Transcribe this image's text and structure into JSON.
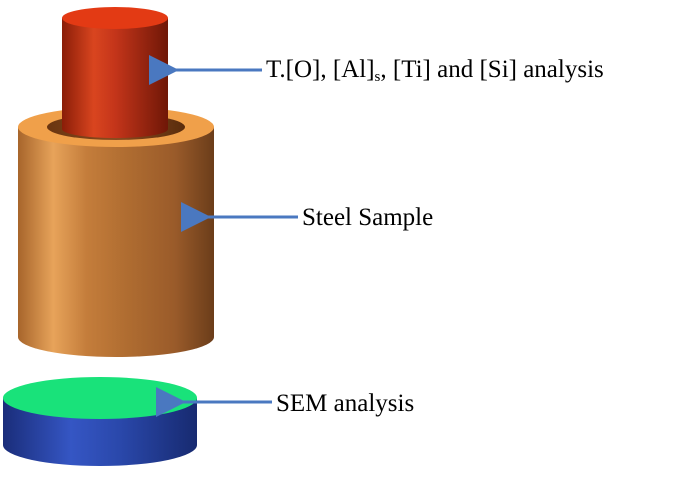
{
  "labels": {
    "analysis": {
      "part1": "T.[O], [Al]",
      "subscript": "s",
      "part2": ", [Ti] and [Si] analysis"
    },
    "steel_sample": "Steel Sample",
    "sem_analysis": "SEM analysis"
  },
  "colors": {
    "rod": "#c83314",
    "rod_top": "#e33a14",
    "tube_body": "#a8682f",
    "tube_rim": "#f0a04a",
    "disc_top": "#19e27a",
    "disc_side": "#2a46a8",
    "arrow": "#4a78c0"
  }
}
